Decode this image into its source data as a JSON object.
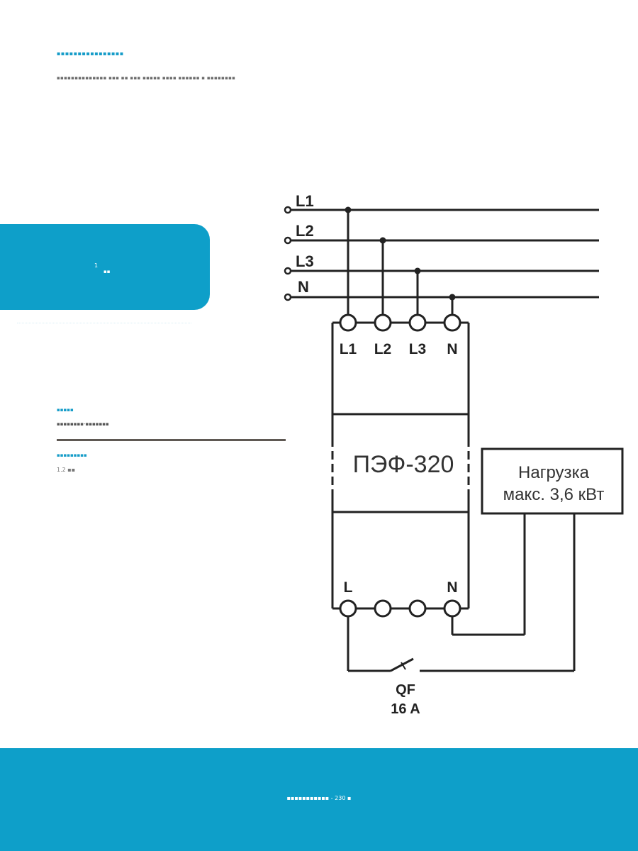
{
  "page": {
    "heading": "▪▪▪▪▪▪▪▪▪▪▪▪▪▪▪▪",
    "description": "▪▪▪▪▪▪▪▪▪▪▪▪▪▪ ▪▪▪ ▪▪ ▪▪▪ ▪▪▪▪▪ ▪▪▪▪ ▪▪▪▪▪▪ ▪ ▪▪▪▪▪▪▪▪"
  },
  "panel": {
    "superscript": "1",
    "unit": "▪▪"
  },
  "specs": {
    "label_1": "▪▪▪▪▪",
    "value_1": "▪▪▪▪▪▪▪▪-▪▪▪▪▪▪▪",
    "label_2": "▪▪▪▪▪▪▪▪▪",
    "value_2": "1.2 ▪▪"
  },
  "diagram": {
    "supply_lines": [
      "L1",
      "L2",
      "L3",
      "N"
    ],
    "device_top_terminals": [
      "L1",
      "L2",
      "L3",
      "N"
    ],
    "device_name": "ПЭФ-320",
    "load_line_1": "Нагрузка",
    "load_line_2": "макс. 3,6 кВт",
    "device_bottom_terminals": [
      "L",
      "N"
    ],
    "breaker_name": "QF",
    "breaker_rating": "16 A"
  },
  "footer": {
    "text": "▪▪▪▪▪▪▪▪▪▪▪ - 230 ▪"
  }
}
